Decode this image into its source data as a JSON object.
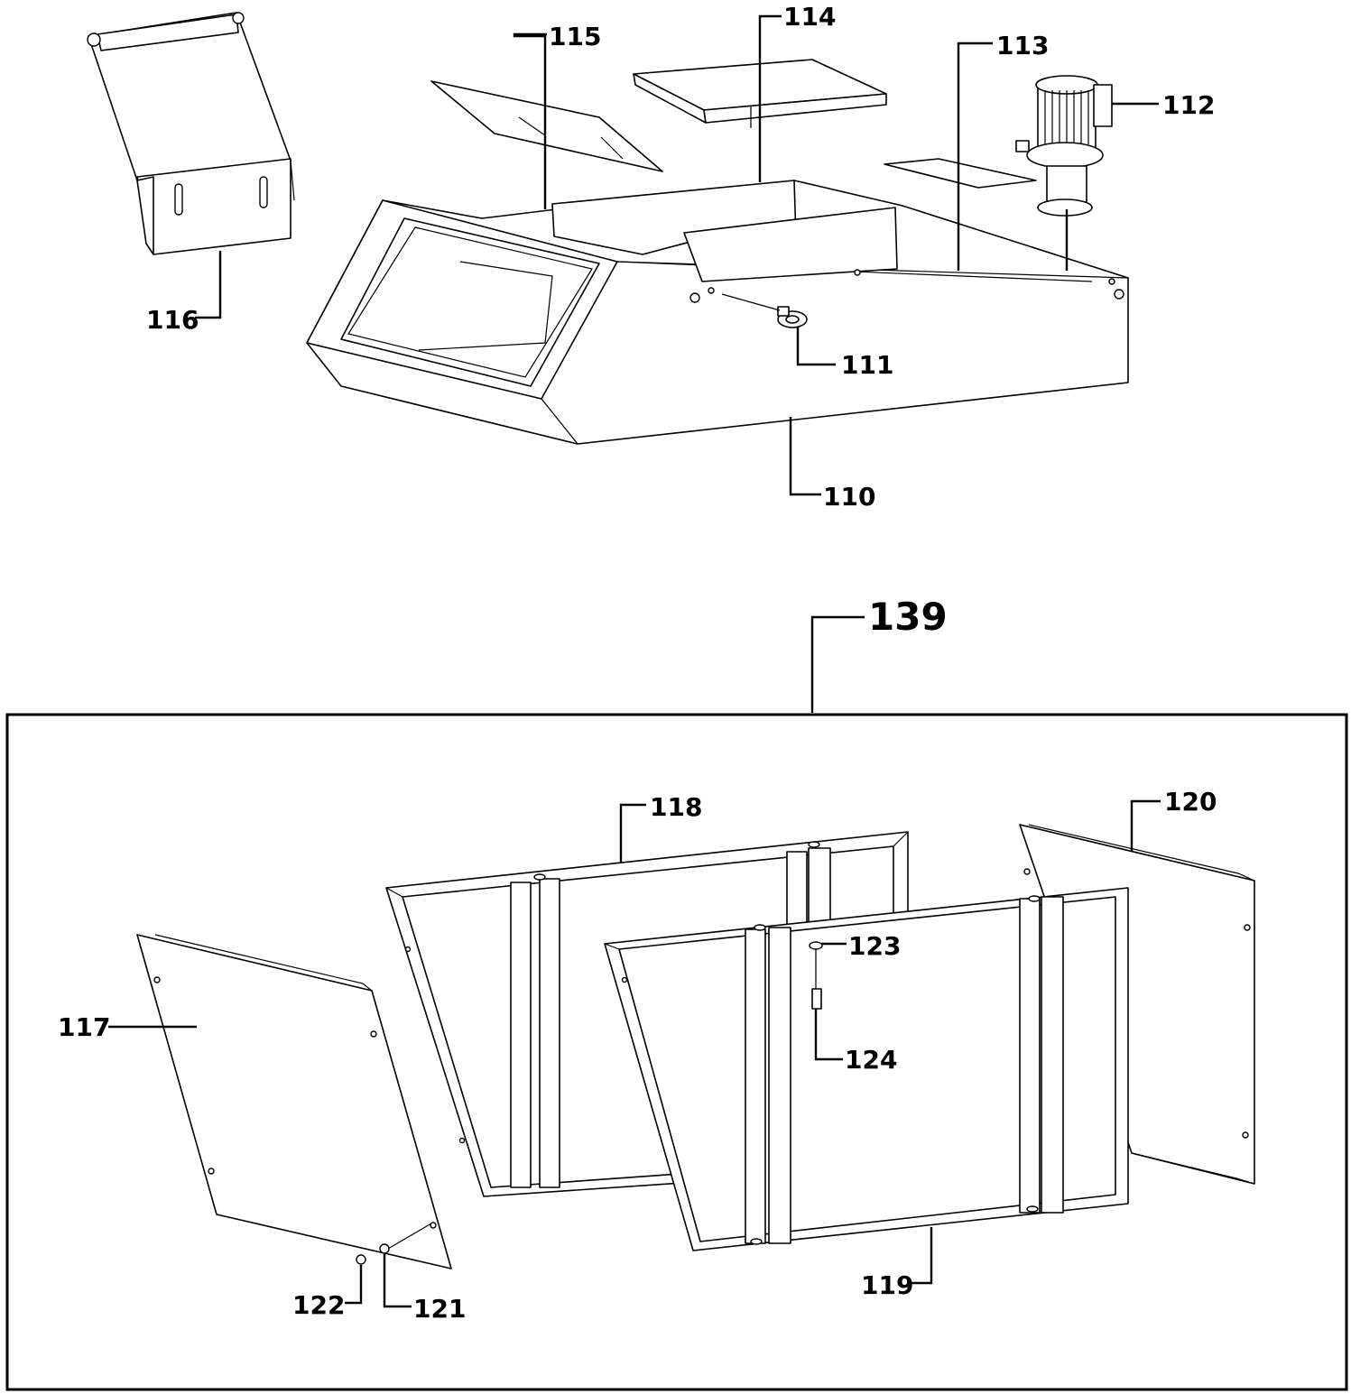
{
  "diagram": {
    "callouts": {
      "c110": "110",
      "c111": "111",
      "c112": "112",
      "c113": "113",
      "c114": "114",
      "c115": "115",
      "c116": "116",
      "c117": "117",
      "c118": "118",
      "c119": "119",
      "c120": "120",
      "c121": "121",
      "c122": "122",
      "c123": "123",
      "c124": "124",
      "c139": "139"
    }
  }
}
